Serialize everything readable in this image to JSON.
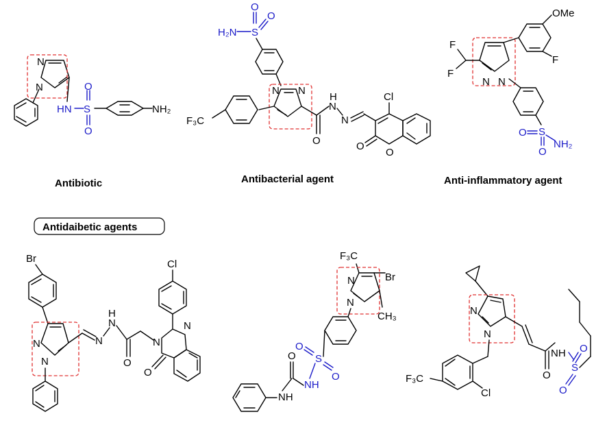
{
  "captions": {
    "antibiotic": "Antibiotic",
    "antibacterial": "Antibacterial agent",
    "antiinflammatory": "Anti-inflammatory agent",
    "antidiabetic": "Antidaibetic agents"
  },
  "atoms": {
    "n": "N",
    "hn": "HN",
    "nh": "NH",
    "h": "H",
    "s": "S",
    "o": "O",
    "nh2": "NH₂",
    "h2n": "H₂N",
    "f3c": "F₃C",
    "cl": "Cl",
    "br": "Br",
    "f": "F",
    "ome": "OMe",
    "ch3": "CH₃"
  },
  "colors": {
    "heteroatom_blue": "#1a1ac8",
    "highlight_red": "#e03030"
  }
}
